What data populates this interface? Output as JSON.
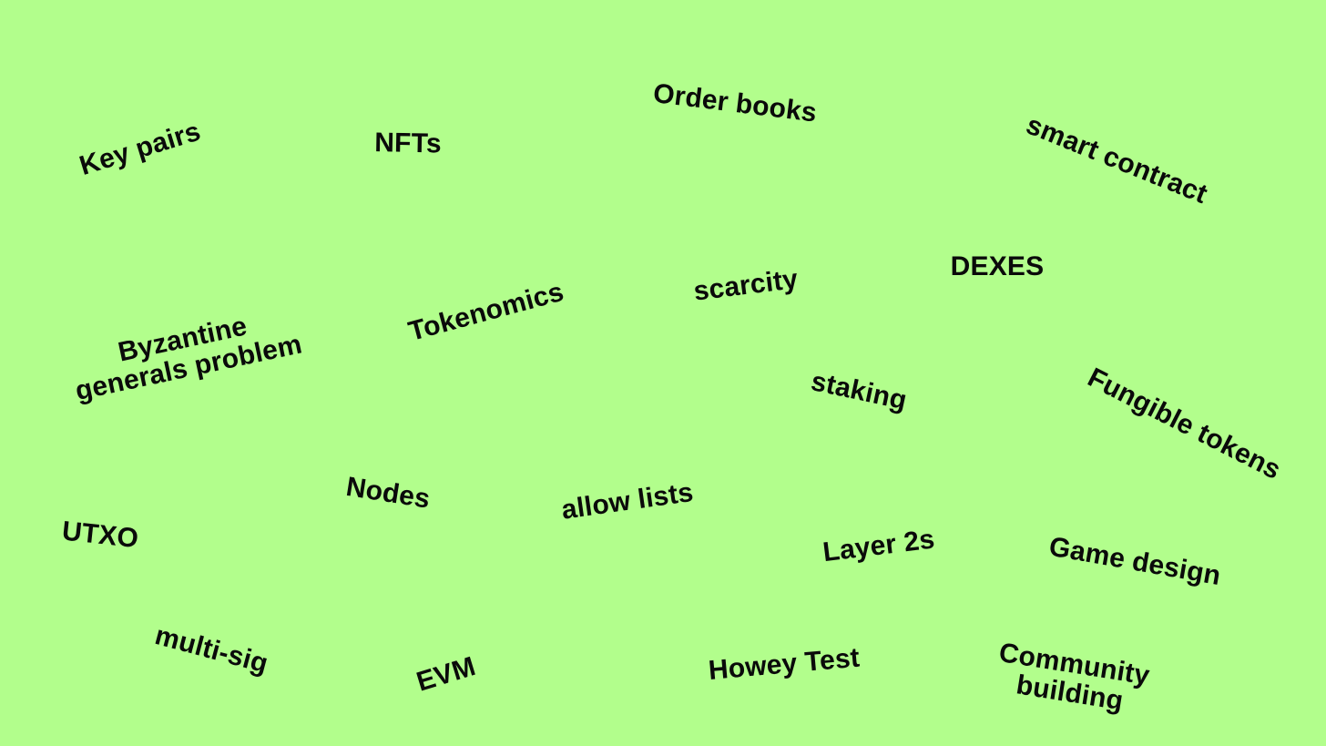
{
  "background_color": "#b2fe8c",
  "text_color": "#0a0a0a",
  "terms": {
    "key_pairs": "Key pairs",
    "nfts": "NFTs",
    "order_books": "Order books",
    "smart_contract": "smart contract",
    "byzantine": "Byzantine\ngenerals problem",
    "tokenomics": "Tokenomics",
    "scarcity": "scarcity",
    "dexes": "DEXES",
    "staking": "staking",
    "fungible_tokens": "Fungible tokens",
    "nodes": "Nodes",
    "allow_lists": "allow lists",
    "utxo": "UTXO",
    "layer_2s": "Layer 2s",
    "game_design": "Game design",
    "multi_sig": "multi-sig",
    "evm": "EVM",
    "howey_test": "Howey Test",
    "community_building": "Community\nbuilding"
  }
}
